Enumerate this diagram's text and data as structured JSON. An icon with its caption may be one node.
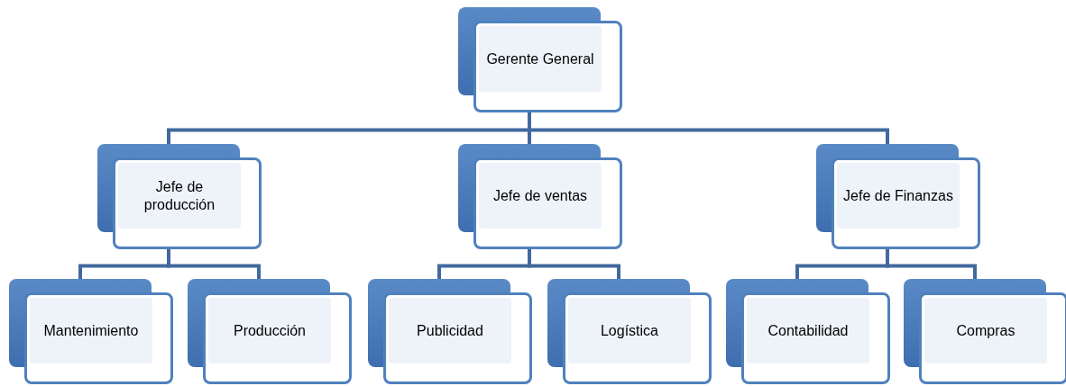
{
  "diagram": {
    "nodes": [
      {
        "text": [
          "Gerente General"
        ]
      },
      {
        "text": [
          "Jefe de producción"
        ]
      },
      {
        "text": [
          "Jefe de ventas"
        ]
      },
      {
        "text": [
          "Jefe de Finanzas"
        ]
      },
      {
        "text": [
          "Mantenimiento"
        ]
      },
      {
        "text": [
          "Producción"
        ]
      },
      {
        "text": [
          "Publicidad"
        ]
      },
      {
        "text": [
          "Logística"
        ]
      },
      {
        "text": [
          "Contabilidad"
        ]
      },
      {
        "text": [
          "Compras"
        ]
      }
    ],
    "edges": [
      {
        "from": 0,
        "to": 1,
        "arrow": "none"
      },
      {
        "from": 0,
        "to": 2,
        "arrow": "none"
      },
      {
        "from": 0,
        "to": 3,
        "arrow": "none"
      },
      {
        "from": 1,
        "to": 4,
        "arrow": "none"
      },
      {
        "from": 1,
        "to": 5,
        "arrow": "none"
      },
      {
        "from": 2,
        "to": 6,
        "arrow": "none"
      },
      {
        "from": 2,
        "to": 7,
        "arrow": "none"
      },
      {
        "from": 3,
        "to": 8,
        "arrow": "none"
      },
      {
        "from": 3,
        "to": 9,
        "arrow": "none"
      }
    ]
  }
}
